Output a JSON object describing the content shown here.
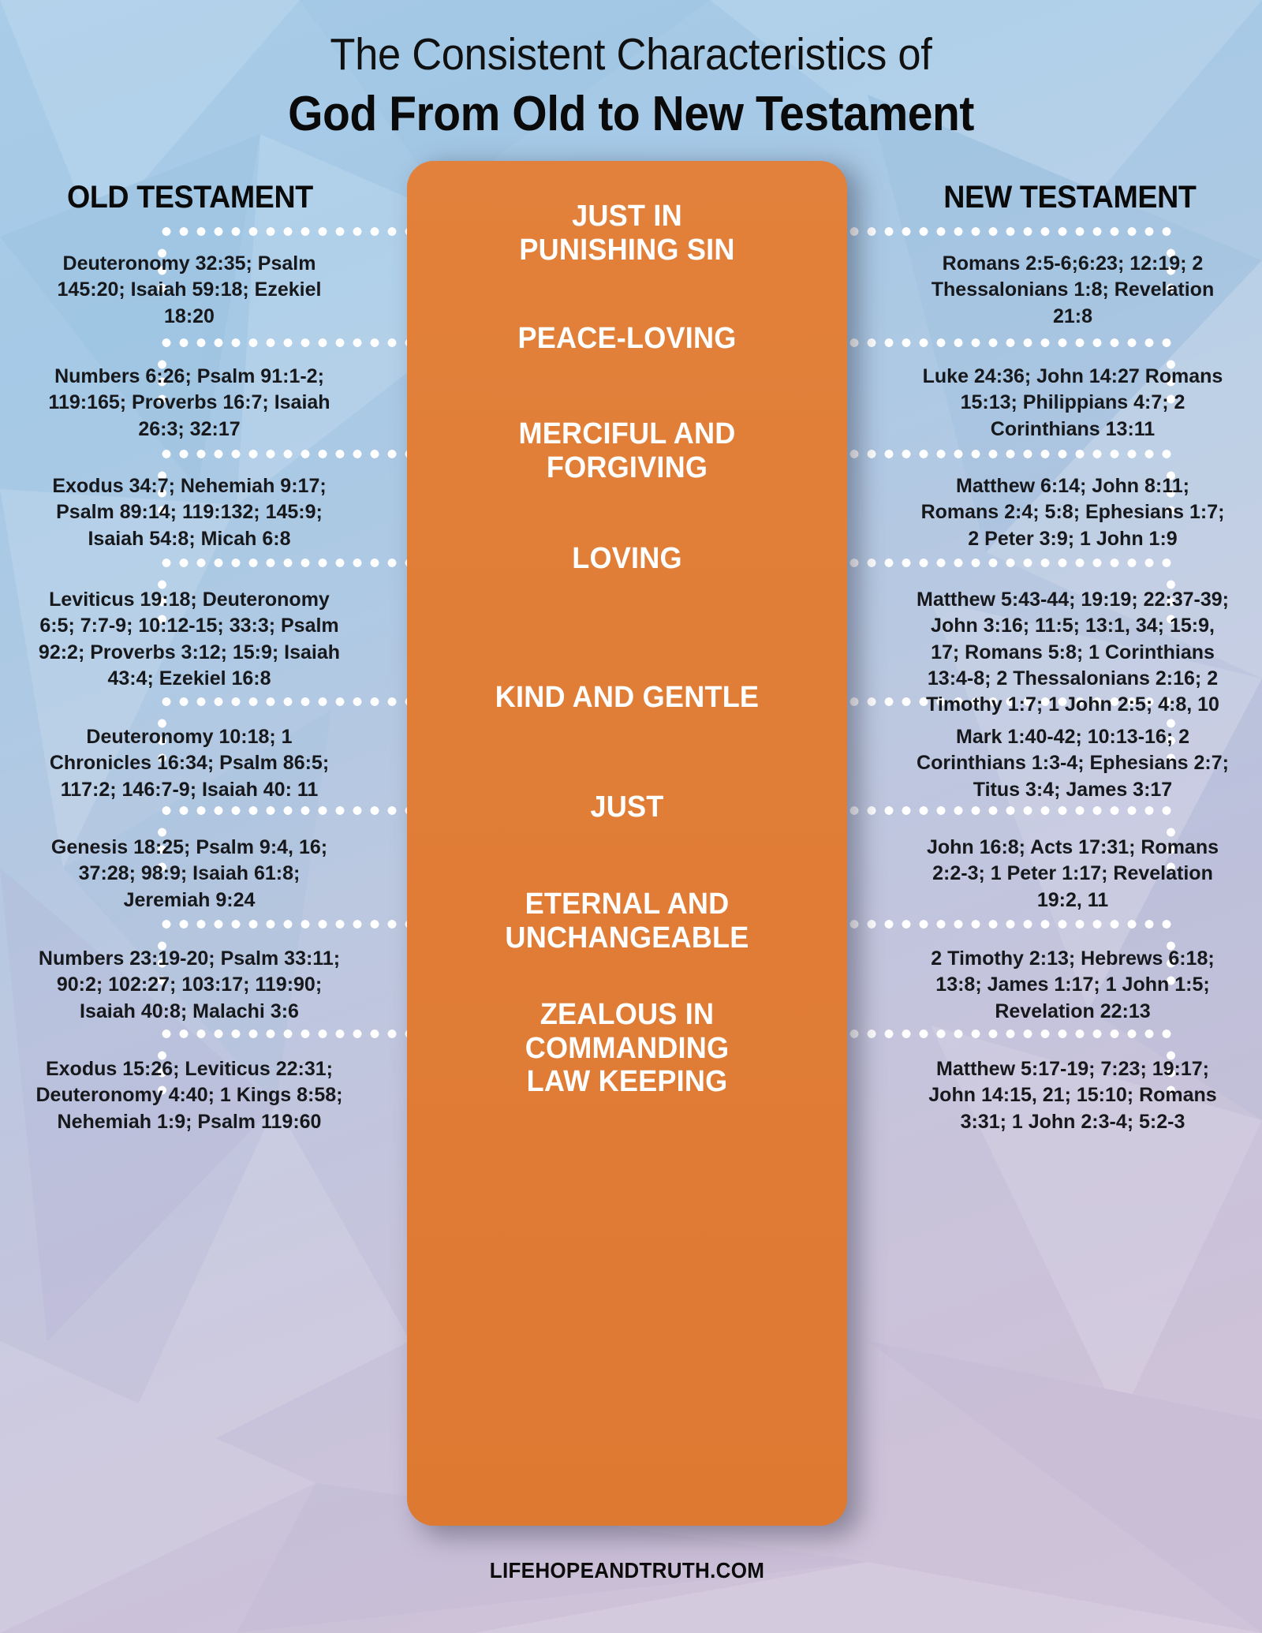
{
  "title": {
    "line1": "The Consistent Characteristics of",
    "line2": "God From Old to New Testament"
  },
  "columns": {
    "old_testament_header": "OLD TESTAMENT",
    "new_testament_header": "NEW TESTAMENT"
  },
  "colors": {
    "panel_orange": "#e07d37",
    "background_top": "#a9cde8",
    "background_bottom": "#cfc3d9",
    "heading_text": "#ffffff",
    "body_text": "#16181c",
    "dots": "#ffffff"
  },
  "rows": [
    {
      "characteristic": "JUST IN\nPUNISHING SIN",
      "old_testament": "Deuteronomy 32:35; Psalm 145:20; Isaiah 59:18; Ezekiel 18:20",
      "new_testament": "Romans 2:5-6;6:23; 12:19; 2 Thessalonians 1:8; Revelation 21:8"
    },
    {
      "characteristic": "PEACE-LOVING",
      "old_testament": "Numbers 6:26; Psalm 91:1-2; 119:165; Proverbs 16:7; Isaiah 26:3; 32:17",
      "new_testament": "Luke 24:36; John 14:27 Romans 15:13; Philippians 4:7; 2 Corinthians 13:11"
    },
    {
      "characteristic": "MERCIFUL AND\nFORGIVING",
      "old_testament": "Exodus 34:7; Nehemiah 9:17; Psalm 89:14; 119:132; 145:9; Isaiah 54:8; Micah 6:8",
      "new_testament": "Matthew 6:14; John 8:11; Romans 2:4; 5:8; Ephesians 1:7; 2 Peter 3:9; 1 John 1:9"
    },
    {
      "characteristic": "LOVING",
      "old_testament": "Leviticus 19:18; Deuteronomy 6:5; 7:7-9; 10:12-15; 33:3; Psalm 92:2; Proverbs 3:12; 15:9; Isaiah 43:4; Ezekiel 16:8",
      "new_testament": "Matthew 5:43-44; 19:19; 22:37-39; John 3:16; 11:5; 13:1, 34; 15:9, 17; Romans 5:8; 1 Corinthians 13:4-8; 2 Thessalonians 2:16; 2 Timothy 1:7; 1 John 2:5; 4:8, 10"
    },
    {
      "characteristic": "KIND AND GENTLE",
      "old_testament": "Deuteronomy 10:18; 1 Chronicles 16:34; Psalm 86:5; 117:2; 146:7-9; Isaiah 40: 11",
      "new_testament": "Mark 1:40-42; 10:13-16; 2 Corinthians 1:3-4; Ephesians 2:7; Titus 3:4; James 3:17"
    },
    {
      "characteristic": "JUST",
      "old_testament": "Genesis 18:25; Psalm 9:4, 16; 37:28; 98:9; Isaiah 61:8; Jeremiah 9:24",
      "new_testament": "John 16:8; Acts 17:31; Romans 2:2-3; 1 Peter 1:17; Revelation 19:2, 11"
    },
    {
      "characteristic": "ETERNAL AND\nUNCHANGEABLE",
      "old_testament": "Numbers 23:19-20; Psalm 33:11; 90:2; 102:27; 103:17; 119:90; Isaiah 40:8; Malachi 3:6",
      "new_testament": "2 Timothy 2:13; Hebrews 6:18; 13:8; James 1:17; 1 John 1:5; Revelation 22:13"
    },
    {
      "characteristic": "ZEALOUS IN\nCOMMANDING\nLAW KEEPING",
      "old_testament": "Exodus 15:26; Leviticus 22:31; Deuteronomy 4:40; 1 Kings 8:58; Nehemiah 1:9; Psalm 119:60",
      "new_testament": "Matthew 5:17-19; 7:23; 19:17; John 14:15, 21; 15:10; Romans 3:31; 1 John 2:3-4; 5:2-3"
    }
  ],
  "footer": {
    "source": "LIFEHOPEANDTRUTH.COM"
  }
}
